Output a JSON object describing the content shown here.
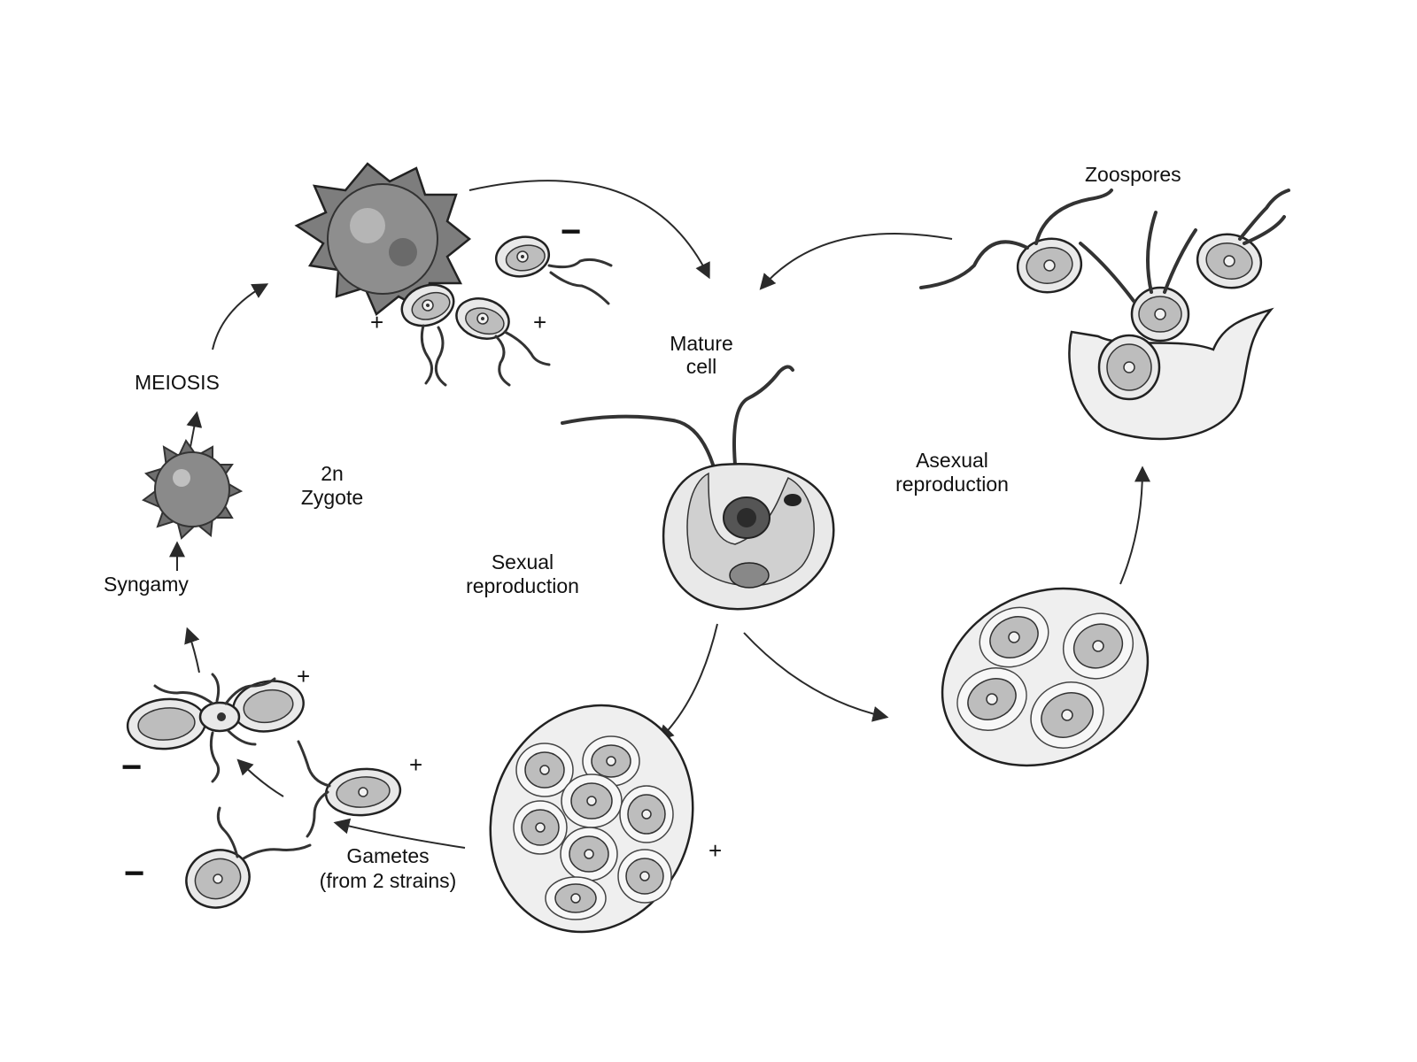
{
  "labels": {
    "zoospores": "Zoospores",
    "mature_cell_1": "Mature",
    "mature_cell_2": "cell",
    "asexual_1": "Asexual",
    "asexual_2": "reproduction",
    "sexual_1": "Sexual",
    "sexual_2": "reproduction",
    "meiosis": "MEIOSIS",
    "zygote_1": "2n",
    "zygote_2": "Zygote",
    "syngamy": "Syngamy",
    "gametes_1": "Gametes",
    "gametes_2": "(from 2 strains)"
  },
  "signs": {
    "plus": "+",
    "minus": "−"
  }
}
